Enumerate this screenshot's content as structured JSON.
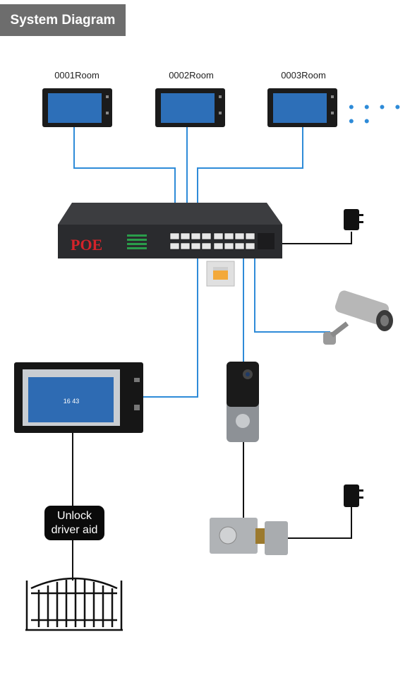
{
  "title": "System Diagram",
  "rooms": [
    {
      "label": "0001Room"
    },
    {
      "label": "0002Room"
    },
    {
      "label": "0003Room"
    }
  ],
  "more_indicator": "• • • • • •",
  "switch": {
    "brand_text": "POE"
  },
  "monitor_screen": {
    "time": "16 43"
  },
  "unlock_caption": {
    "line1": "Unlock",
    "line2": "driver aid"
  },
  "colors": {
    "cable": "#2e8bd8",
    "wire": "#111111",
    "title_bg": "#6d6d6d"
  }
}
